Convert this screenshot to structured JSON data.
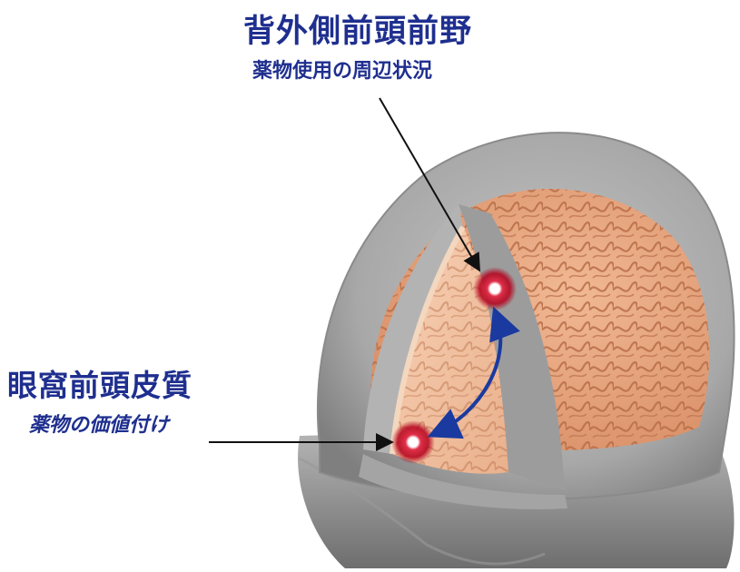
{
  "labels": {
    "dlpfc": {
      "title": "背外側前頭前野",
      "subtitle": "薬物使用の周辺状況"
    },
    "ofc": {
      "title": "眼窩前頭皮質",
      "subtitle": "薬物の価値付け"
    }
  },
  "colors": {
    "label_text": "#1f2f8f",
    "connection_arrow": "#1a3aa0",
    "pointer_arrow": "#111111",
    "brain_tissue": "#e9a57e",
    "brain_sulci": "#c27a55",
    "skull_shell": "#a9a9a9",
    "head_base": "#8e8e8e",
    "activation_spot": "#b3001b"
  },
  "icons": [
    "activation-spot-icon",
    "bidirectional-arrow-icon",
    "pointer-arrow-icon"
  ]
}
